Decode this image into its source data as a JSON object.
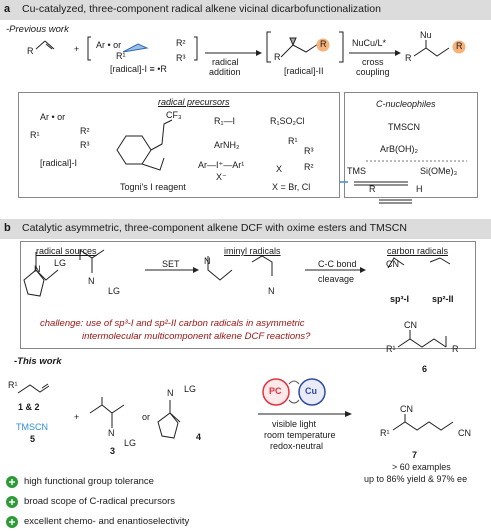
{
  "sec_a": {
    "letter": "a",
    "title": "Cu-catalyzed, three-component radical alkene vicinal dicarbofunctionalization"
  },
  "previous_work": "-Previous work",
  "sym": {
    "R": "R",
    "Ar_or": "Ar • or",
    "R1": "R¹",
    "R2": "R²",
    "R3": "R³",
    "radI_eq": "[radical]-I  ≡ •R",
    "radII": "[radical]-II",
    "Nu": "Nu",
    "R_circ": "R",
    "plus": "+",
    "radI": "[radical]-I"
  },
  "arrows": {
    "radical_addition_1": "radical",
    "radical_addition_2": "addition",
    "nucu": "NuCu/L*",
    "cross_1": "cross",
    "cross_2": "coupling"
  },
  "precursors": {
    "heading": "radical precursors",
    "cf3": "CF₃",
    "rfi": "R₁—I",
    "rso2cl": "R₁SO₂Cl",
    "arnh2": "ArNH₂",
    "ar_i": "Ar—I⁺—Ar¹",
    "x_minus": "X⁻",
    "x_br_cl": "X = Br, Cl",
    "togni": "Togni's I reagent",
    "alkyl_x": "X"
  },
  "nucleophiles": {
    "heading": "C-nucleophiles",
    "tmscn": "TMSCN",
    "arboh2": "ArB(OH)₂",
    "tms": "TMS",
    "si": "Si(OMe)₃",
    "r": "R",
    "h": "H"
  },
  "sec_b": {
    "letter": "b",
    "title": "Catalytic asymmetric, three-component alkene DCF with oxime esters and TMSCN"
  },
  "schemeb": {
    "radical_sources": "radical sources",
    "iminyl": "iminyl radicals",
    "carbon": "carbon radicals",
    "set": "SET",
    "cc_bond": "C-C bond",
    "cleavage": "cleavage",
    "lg": "LG",
    "n": "N",
    "cn": "CN",
    "sp3": "sp³-I",
    "sp2": "sp²-II",
    "challenge_1": "challenge: use of sp³-I and sp²-II carbon radicals in asymmetric",
    "challenge_2": "intermolecular multicomponent alkene DCF reactions?"
  },
  "this_work": {
    "label": "-This work",
    "r1": "R¹",
    "cmp12": "1 & 2",
    "tmscn": "TMSCN",
    "cmp5": "5",
    "cmp3": "3",
    "cmp4": "4",
    "or": "or",
    "plus": "+",
    "pc": "PC",
    "cu": "Cu",
    "cond1": "visible light",
    "cond2": "room temperature",
    "cond3": "redox-neutral",
    "cmp6": "6",
    "cmp7": "7",
    "examples": "> 60 examples",
    "yield": "up to 86% yield & 97% ee",
    "cn": "CN",
    "lg": "LG",
    "n": "N",
    "r": "R",
    "r1b": "R¹"
  },
  "features": [
    "high functional group tolerance",
    "broad scope of C-radical precursors",
    "excellent chemo- and enantioselectivity"
  ],
  "colors": {
    "bar": "#dcdcdc",
    "orange": "#f6b27a",
    "blue": "#2e8fd9",
    "pc": "#e2323c",
    "cu": "#2f4aa3",
    "green": "#2f9a3a",
    "challenge": "#a01616"
  }
}
